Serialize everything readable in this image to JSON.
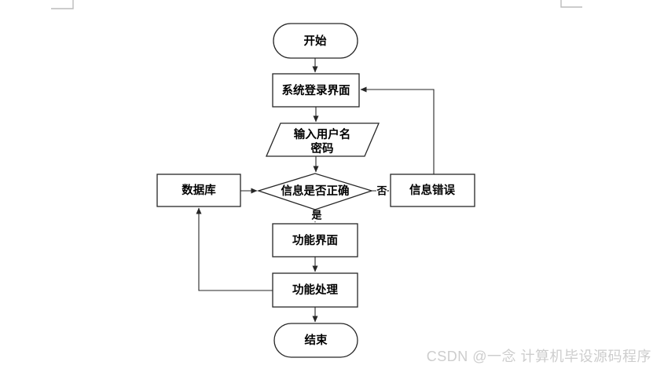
{
  "page": {
    "background_color": "#ffffff",
    "line_color": "#262626",
    "margin_mark_color": "#bcbcbc"
  },
  "flowchart": {
    "type": "flowchart",
    "nodes": {
      "start": {
        "shape": "terminator",
        "label": "开始"
      },
      "login": {
        "shape": "process",
        "label": "系统登录界面"
      },
      "input": {
        "shape": "io-parallelogram",
        "lines": [
          "输入用户名",
          "密码"
        ]
      },
      "check": {
        "shape": "decision",
        "label": "信息是否正确"
      },
      "database": {
        "shape": "process",
        "label": "数据库"
      },
      "error": {
        "shape": "process",
        "label": "信息错误"
      },
      "function_ui": {
        "shape": "process",
        "label": "功能界面"
      },
      "function_process": {
        "shape": "process",
        "label": "功能处理"
      },
      "end": {
        "shape": "terminator",
        "label": "结束"
      }
    },
    "edges": [
      {
        "from": "start",
        "to": "login"
      },
      {
        "from": "login",
        "to": "input"
      },
      {
        "from": "input",
        "to": "check"
      },
      {
        "from": "database",
        "to": "check"
      },
      {
        "from": "check",
        "to": "error",
        "label": "否"
      },
      {
        "from": "error",
        "to": "login"
      },
      {
        "from": "check",
        "to": "function_ui",
        "label": "是"
      },
      {
        "from": "function_ui",
        "to": "function_process"
      },
      {
        "from": "function_process",
        "to": "database"
      },
      {
        "from": "function_process",
        "to": "end"
      }
    ],
    "edge_labels": {
      "yes": "是",
      "no": "否"
    }
  },
  "watermark": {
    "text": "CSDN @一念 计算机毕设源码程序",
    "color": "#cdcdcd"
  }
}
